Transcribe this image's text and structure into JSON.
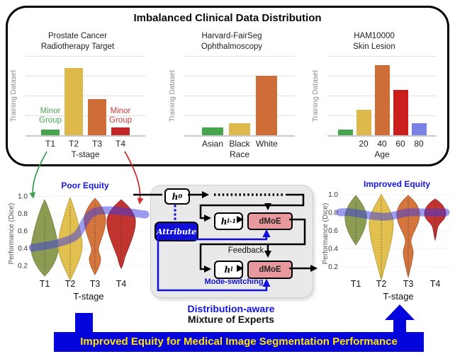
{
  "title": "Imbalanced Clinical Data Distribution",
  "chart_data": [
    {
      "type": "bar",
      "title": "Prostate Cancer Radiotherapy Target",
      "title_lines": [
        "Prostate Cancer",
        "Radiotherapy Target"
      ],
      "xlabel": "T-stage",
      "ylabel": "Training Dataset",
      "categories": [
        "T1",
        "T2",
        "T3",
        "T4"
      ],
      "values": [
        0.07,
        0.84,
        0.45,
        0.1
      ],
      "colors": [
        "#47a54e",
        "#ddb94b",
        "#cf6d39",
        "#c02626"
      ],
      "ylim": [
        0,
        1
      ],
      "grid": true,
      "annotations": [
        {
          "line1": "Minor",
          "line2": "Group",
          "target": "T1",
          "color": "#4aa852"
        },
        {
          "line1": "Minor",
          "line2": "Group",
          "target": "T4",
          "color": "#c73b3b"
        }
      ]
    },
    {
      "type": "bar",
      "title": "Harvard-FairSeg Ophthalmoscopy",
      "title_lines": [
        "Harvard-FairSeg",
        "Ophthalmoscopy"
      ],
      "xlabel": "Race",
      "ylabel": "Training Dataset",
      "categories": [
        "Asian",
        "Black",
        "White"
      ],
      "values": [
        0.1,
        0.15,
        0.74
      ],
      "colors": [
        "#47a54e",
        "#ddb94b",
        "#cf6d39"
      ],
      "ylim": [
        0,
        1
      ],
      "grid": true
    },
    {
      "type": "bar",
      "title": "HAM10000 Skin Lesion",
      "title_lines": [
        "HAM10000",
        "Skin Lesion"
      ],
      "xlabel": "Age",
      "ylabel": "Training Dataset",
      "categories": [
        "",
        "20",
        "40",
        "60",
        "80"
      ],
      "values": [
        0.07,
        0.32,
        0.88,
        0.57,
        0.15
      ],
      "colors": [
        "#47a54e",
        "#ddb94b",
        "#cf6d39",
        "#cc1d1d",
        "#7b82e6"
      ],
      "ylim": [
        0,
        1
      ],
      "grid": true
    },
    {
      "type": "violin",
      "title": "Poor Equity",
      "xlabel": "T-stage",
      "ylabel": "Performance (Dice)",
      "categories": [
        "T1",
        "T2",
        "T3",
        "T4"
      ],
      "yticks_display": [
        "1.0",
        "0.8",
        "0.6",
        "0.4",
        "0.2"
      ],
      "ylim": [
        0.05,
        1.05
      ],
      "colors": [
        "#8c9c52",
        "#e2c050",
        "#d4753e",
        "#c23430"
      ],
      "trend_line": {
        "name": "equity trend band",
        "color": "#3a3ae0",
        "values": [
          0.4,
          0.47,
          0.83,
          0.8
        ]
      },
      "violins": [
        {
          "category": "T1",
          "range": [
            0.08,
            0.97
          ],
          "peak": 0.38
        },
        {
          "category": "T2",
          "range": [
            0.03,
            0.99
          ],
          "peak": 0.45
        },
        {
          "category": "T3",
          "range": [
            0.1,
            0.98
          ],
          "peak": 0.75
        },
        {
          "category": "T4",
          "range": [
            0.17,
            0.96
          ],
          "peak": 0.76
        }
      ]
    },
    {
      "type": "violin",
      "title": "Improved Equity",
      "xlabel": "T-stage",
      "ylabel": "Performance (Dice)",
      "categories": [
        "T1",
        "T2",
        "T3",
        "T4"
      ],
      "yticks_display": [
        "1.0",
        "0.8",
        "0.6",
        "0.4",
        "0.2"
      ],
      "ylim": [
        0.05,
        1.05
      ],
      "colors": [
        "#8c9c52",
        "#e2c050",
        "#d4753e",
        "#c23430"
      ],
      "trend_line": {
        "name": "equity trend band",
        "color": "#3a3ae0",
        "values": [
          0.81,
          0.77,
          0.8,
          0.81
        ]
      },
      "violins": [
        {
          "category": "T1",
          "range": [
            0.44,
            0.99
          ],
          "peak": 0.78
        },
        {
          "category": "T2",
          "range": [
            0.05,
            1.01
          ],
          "peak": 0.7
        },
        {
          "category": "T3",
          "range": [
            0.08,
            0.99
          ],
          "peak": 0.8
        },
        {
          "category": "T4",
          "range": [
            0.5,
            0.96
          ],
          "peak": 0.8
        }
      ]
    }
  ],
  "moe": {
    "h0": {
      "base": "h",
      "sub": "0"
    },
    "hl1": {
      "base": "h",
      "sub": "l-1"
    },
    "hl": {
      "base": "h",
      "sub": "l"
    },
    "dmoe1": "dMoE",
    "dmoe2": "dMoE",
    "attribute": "Attribute",
    "feedback": "Feedback",
    "mode_switching": "Mode-switching"
  },
  "caption": {
    "line1": "Distribution-aware",
    "line2": "Mixture of Experts"
  },
  "banner": {
    "text": "Improved Equity for Medical Image Segmentation Performance"
  },
  "colors": {
    "banner_bg": "#0404dd",
    "banner_fg": "#ffe406",
    "plot_title_blue": "#1414e0",
    "dmoe_fill": "#e8999d",
    "attribute_fill": "#1010d8",
    "trend_band": "#3a3ae0",
    "minor_group_green": "#4aa852",
    "minor_group_red": "#c73b3b"
  }
}
